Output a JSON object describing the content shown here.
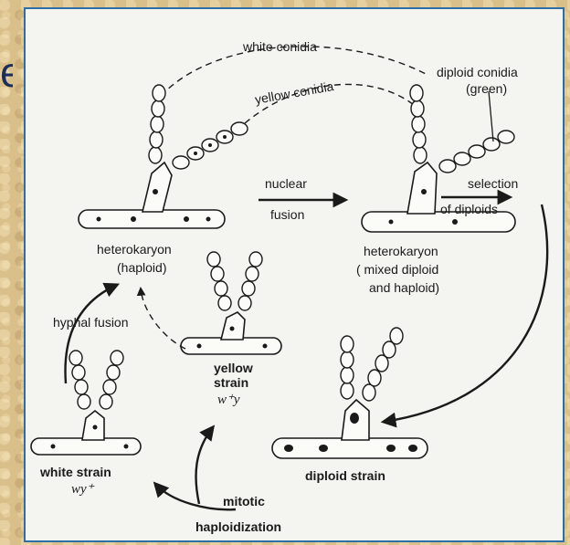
{
  "slide": {
    "title_fragment": "e"
  },
  "labels": {
    "white_conidia": "white conidia",
    "yellow_conidia": "yellow conidia",
    "diploid_conidia_line1": "diploid conidia",
    "diploid_conidia_line2": "(green)",
    "nuclear_line1": "nuclear",
    "nuclear_line2": "fusion",
    "selection_line1": "selection",
    "selection_line2": "of diploids",
    "hetero_left_line1": "heterokaryon",
    "hetero_left_line2": "(haploid)",
    "hetero_right_line1": "heterokaryon",
    "hetero_right_line2": "( mixed  diploid",
    "hetero_right_line3": "and  haploid)",
    "hyphal_fusion": "hyphal  fusion",
    "yellow_strain_line1": "yellow",
    "yellow_strain_line2": "strain",
    "yellow_strain_genotype": "w⁺y",
    "white_strain_line1": "white strain",
    "white_strain_genotype": "wy⁺",
    "diploid_strain": "diploid strain",
    "mitotic_line1": "mitotic",
    "mitotic_line2": "haploidization"
  }
}
